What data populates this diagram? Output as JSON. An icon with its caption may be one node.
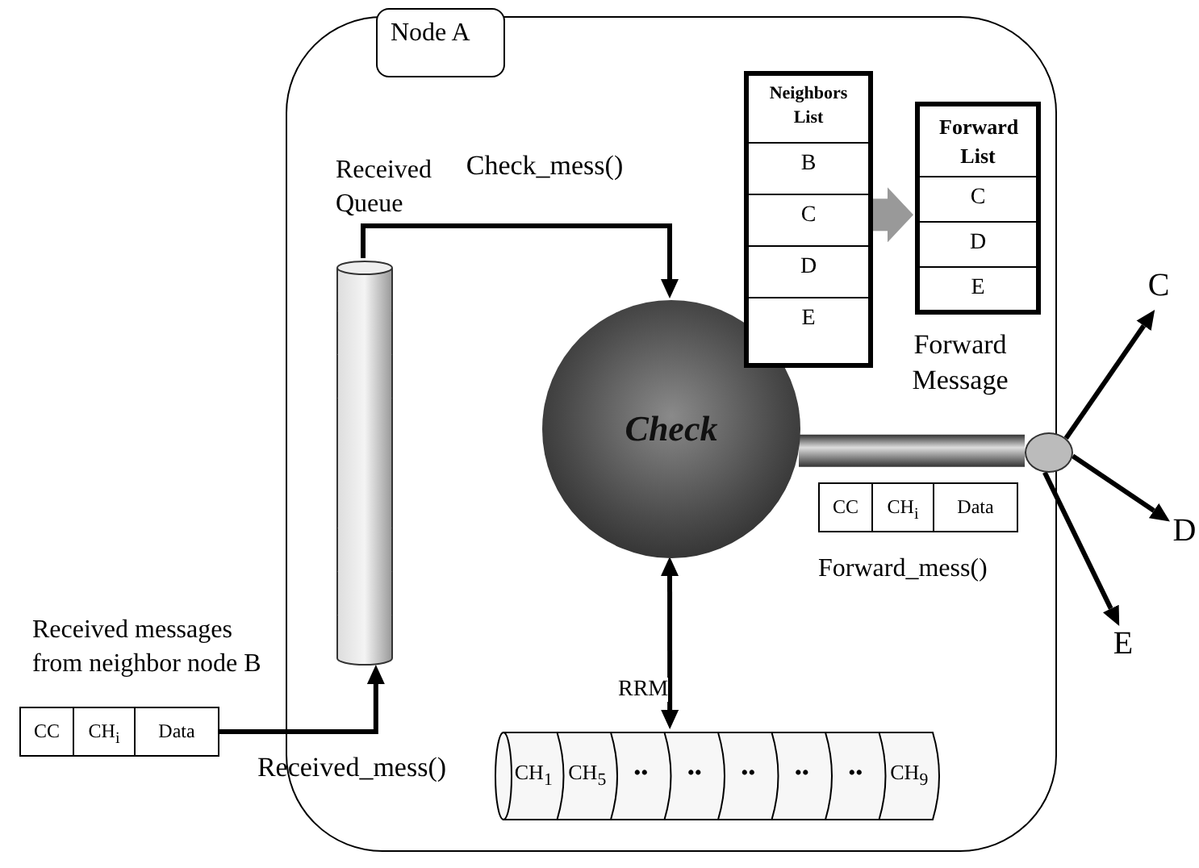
{
  "diagram": {
    "nodes": [
      {
        "text": [
          "Node A"
        ]
      },
      {
        "text": [],
        "shape": "cylinder",
        "beside": [
          "Received Queue"
        ],
        "in": 0
      },
      {
        "text": [
          "Check"
        ],
        "in": 0
      },
      {
        "text": [
          "Neighbors List",
          "B",
          "C",
          "D",
          "E"
        ],
        "in": 0
      },
      {
        "text": [
          "Forward List",
          "C",
          "D",
          "E"
        ],
        "in": 0
      },
      {
        "text": [
          "CH$_{1}$",
          "CH$_{5}$",
          "••",
          "••",
          "••",
          "••",
          "••",
          "CH$_{9}$"
        ],
        "beside": [
          "RRM"
        ],
        "in": 0
      },
      {
        "text": [
          "CC",
          "CH$_{i}$",
          "Data"
        ],
        "beside": [
          "Received messages from neighbor node B"
        ]
      },
      {
        "text": [
          "CC",
          "CH$_{i}$",
          "Data"
        ],
        "beside": [
          "Forward_mess()"
        ],
        "in": 0
      },
      {
        "text": [],
        "shape": "ellipse"
      },
      {
        "text": [
          "C"
        ]
      },
      {
        "text": [
          "D"
        ]
      },
      {
        "text": [
          "E"
        ]
      }
    ],
    "edges": [
      {
        "from": 6,
        "to": 1,
        "arrow": "to",
        "label": "Received_mess()"
      },
      {
        "from": 1,
        "to": 2,
        "arrow": "to",
        "label": "Check_mess()"
      },
      {
        "from": 2,
        "to": 5,
        "arrow": "both"
      },
      {
        "from": 3,
        "to": 4,
        "arrow": "to",
        "style": "thick",
        "color": "#999999"
      },
      {
        "from": 2,
        "to": 8,
        "arrow": "none",
        "label": "Forward Message",
        "style": "thick",
        "color": "#333333"
      },
      {
        "from": 8,
        "to": 9,
        "arrow": "to"
      },
      {
        "from": 8,
        "to": 10,
        "arrow": "to"
      },
      {
        "from": 8,
        "to": 11,
        "arrow": "to"
      }
    ]
  }
}
